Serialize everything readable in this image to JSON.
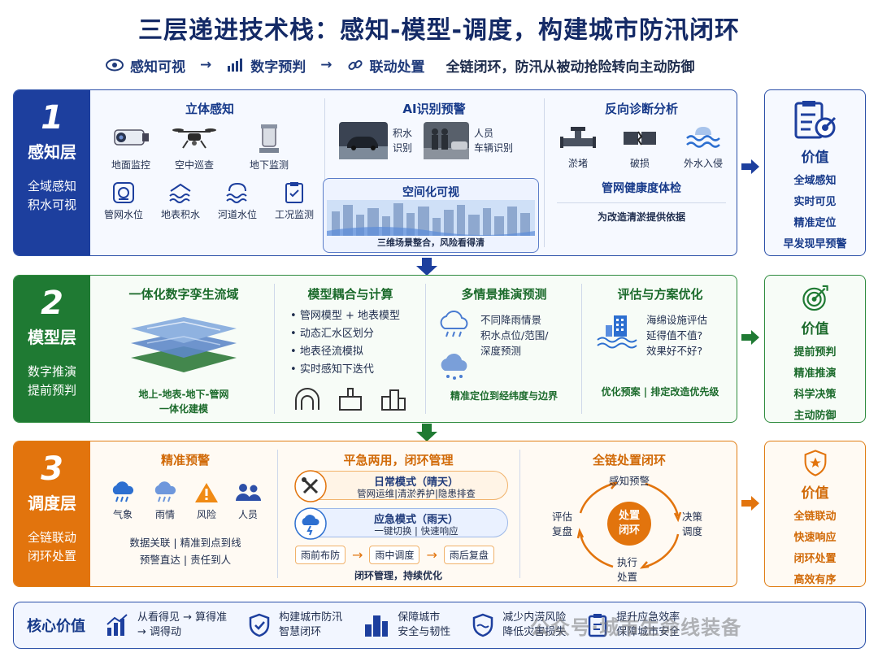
{
  "title": "三层递进技术栈：感知-模型-调度，构建城市防汛闭环",
  "subtitle": {
    "steps": [
      "感知可视",
      "数字预判",
      "联动处置"
    ],
    "arrow": "→",
    "tagline": "全链闭环，防汛从被动抢险转向主动防御"
  },
  "layer1": {
    "num": "1",
    "name": "感知层",
    "desc": [
      "全域感知",
      "积水可视"
    ],
    "col1": {
      "title": "立体感知",
      "items": [
        "地面监控",
        "空中巡查",
        "地下监测",
        "管网水位",
        "地表积水",
        "河道水位",
        "工况监测"
      ]
    },
    "col2": {
      "title": "AI识别预警",
      "items": [
        {
          "line1": "积水",
          "line2": "识别"
        },
        {
          "line1": "人员",
          "line2": "车辆识别"
        }
      ],
      "sub_title": "空间化可视",
      "sub_caption": "三维场景整合，风险看得清"
    },
    "col3": {
      "title": "反向诊断分析",
      "items": [
        "淤堵",
        "破损",
        "外水入侵"
      ],
      "health_title": "管网健康度体检",
      "health_caption": "为改造清淤提供依据"
    },
    "value": {
      "title": "价值",
      "items": [
        "全域感知",
        "实时可见",
        "精准定位",
        "早发现早预警"
      ]
    }
  },
  "layer2": {
    "num": "2",
    "name": "模型层",
    "desc": [
      "数字推演",
      "提前预判"
    ],
    "col1": {
      "title": "一体化数字孪生流域",
      "caption": [
        "地上-地表-地下-管网",
        "一体化建模"
      ]
    },
    "col2": {
      "title": "模型耦合与计算",
      "bullets": [
        "管网模型 + 地表模型",
        "动态汇水区划分",
        "地表径流模拟",
        "实时感知下迭代"
      ]
    },
    "col3": {
      "title": "多情景推演预测",
      "text": [
        "不同降雨情景",
        "积水点位/范围/",
        "深度预测"
      ],
      "caption": "精准定位到经纬度与边界"
    },
    "col4": {
      "title": "评估与方案优化",
      "text": [
        "海绵设施评估",
        "延得值不值?",
        "效果好不好?"
      ],
      "caption": "优化预案 | 排定改造优先级"
    },
    "value": {
      "title": "价值",
      "items": [
        "提前预判",
        "精准推演",
        "科学决策",
        "主动防御"
      ]
    }
  },
  "layer3": {
    "num": "3",
    "name": "调度层",
    "desc": [
      "全链联动",
      "闭环处置"
    ],
    "col1": {
      "title": "精准预警",
      "items": [
        "气象",
        "雨情",
        "风险",
        "人员"
      ],
      "caption1": "数据关联 | 精准到点到线",
      "caption2": "预警直达 | 责任到人"
    },
    "col2": {
      "title": "平急两用，闭环管理",
      "daily_title": "日常模式（晴天）",
      "daily_text": "管网运维|清淤养护|隐患排查",
      "emergency_title": "应急模式（雨天）",
      "emergency_text": "一键切换 | 快速响应",
      "phases": [
        "雨前布防",
        "雨中调度",
        "雨后复盘"
      ],
      "caption": "闭环管理，持续优化"
    },
    "col3": {
      "title": "全链处置闭环",
      "center": [
        "处置",
        "闭环"
      ],
      "nodes": {
        "top": "感知预警",
        "right": [
          "决策",
          "调度"
        ],
        "bottom": [
          "执行",
          "处置"
        ],
        "left": [
          "评估",
          "复盘"
        ]
      }
    },
    "value": {
      "title": "价值",
      "items": [
        "全链联动",
        "快速响应",
        "闭环处置",
        "高效有序"
      ]
    }
  },
  "core": {
    "title": "核心价值",
    "items": [
      {
        "line1": "从看得见 → 算得准",
        "line2": "→ 调得动"
      },
      {
        "line1": "构建城市防汛",
        "line2": "智慧闭环"
      },
      {
        "line1": "保障城市",
        "line2": "安全与韧性"
      },
      {
        "line1": "减少内涝风险",
        "line2": "降低灾害损失"
      },
      {
        "line1": "提升应急效率",
        "line2": "保障城市安全"
      }
    ]
  },
  "watermark": "公众号·城市生命线装备",
  "colors": {
    "blue": "#1d3f9e",
    "green": "#1f7a33",
    "orange": "#e2740d"
  }
}
